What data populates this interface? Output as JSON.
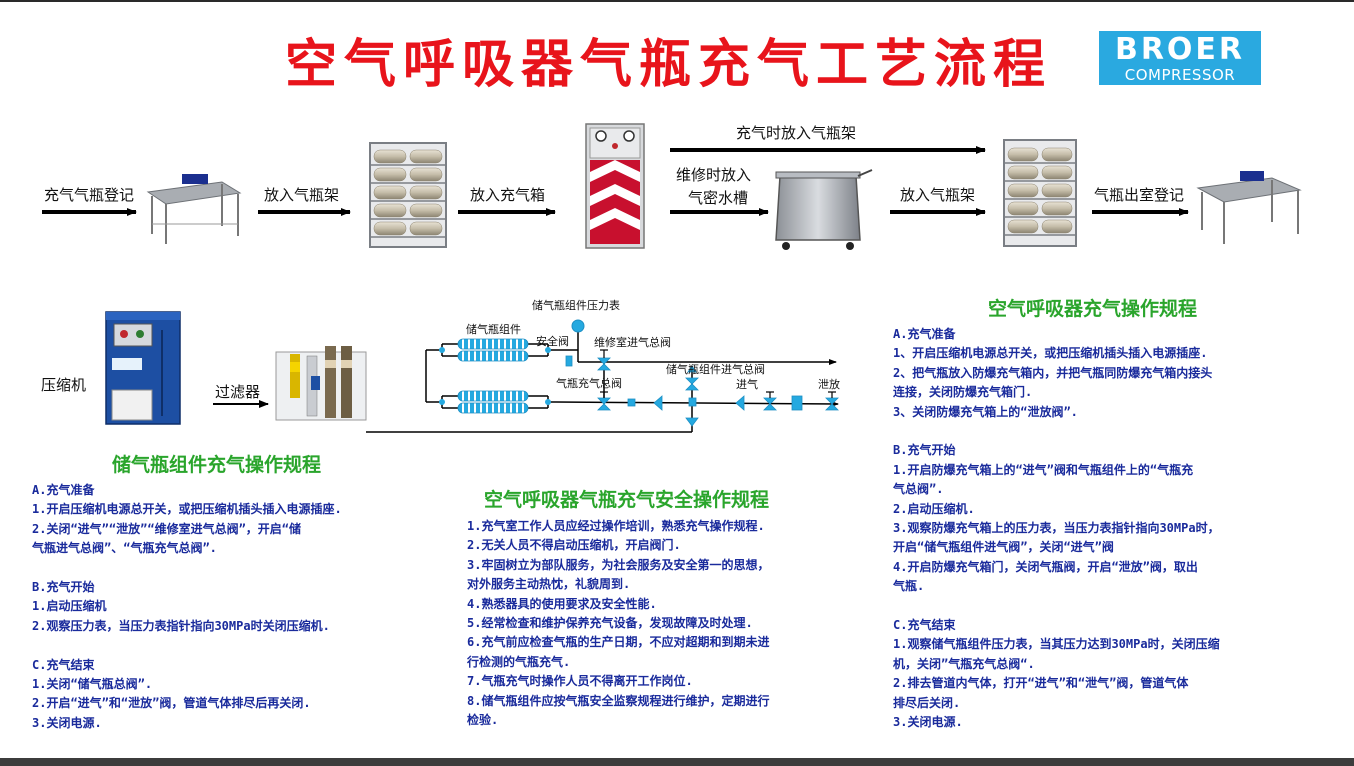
{
  "header": {
    "title": "空气呼吸器气瓶充气工艺流程",
    "logo_brand": "BROER",
    "logo_sub": "COMPRESSOR"
  },
  "flow": {
    "step_register_in": "充气气瓶登记",
    "step_to_rack": "放入气瓶架",
    "step_to_box": "放入充气箱",
    "step_to_rack_when_fill": "充气时放入气瓶架",
    "step_repair_1": "维修时放入",
    "step_repair_2": "气密水槽",
    "step_to_rack_2": "放入气瓶架",
    "step_register_out": "气瓶出室登记"
  },
  "system": {
    "compressor": "压缩机",
    "filter": "过滤器",
    "gauge": "储气瓶组件压力表",
    "cylinder_group": "储气瓶组件",
    "safety_valve": "安全阀",
    "repair_valve": "维修室进气总阀",
    "group_inlet_valve": "储气瓶组件进气总阀",
    "fill_valve": "气瓶充气总阀",
    "inlet": "进气",
    "vent": "泄放"
  },
  "colors": {
    "title": "#e8141b",
    "heading": "#2aa52c",
    "body": "#1a2b9c",
    "logo": "#2aa9e0"
  },
  "sections": {
    "storage": {
      "title": "储气瓶组件充气操作规程",
      "lines": [
        "A.充气准备",
        "1.开启压缩机电源总开关，或把压缩机插头插入电源插座.",
        "2.关闭“进气”“泄放”“维修室进气总阀”，开启“储",
        "  气瓶进气总阀”、“气瓶充气总阀”.",
        "",
        "B.充气开始",
        "1.启动压缩机",
        "2.观察压力表，当压力表指针指向30MPa时关闭压缩机.",
        "",
        "C.充气结束",
        "1.关闭“储气瓶总阀”.",
        "2.开启“进气”和“泄放”阀，管道气体排尽后再关闭.",
        "3.关闭电源."
      ]
    },
    "safety": {
      "title": "空气呼吸器气瓶充气安全操作规程",
      "lines": [
        "1.充气室工作人员应经过操作培训，熟悉充气操作规程.",
        "2.无关人员不得启动压缩机，开启阀门.",
        "3.牢固树立为部队服务，为社会服务及安全第一的思想，",
        "  对外服务主动热忱，礼貌周到.",
        "4.熟悉器具的使用要求及安全性能.",
        "5.经常检查和维护保养充气设备，发现故障及时处理.",
        "6.充气前应检查气瓶的生产日期，不应对超期和到期未进",
        "  行检测的气瓶充气.",
        "7.气瓶充气时操作人员不得离开工作岗位.",
        "8.储气瓶组件应按气瓶安全监察规程进行维护，定期进行",
        "  检验."
      ]
    },
    "operation": {
      "title": "空气呼吸器充气操作规程",
      "lines": [
        "A.充气准备",
        "1、开启压缩机电源总开关，或把压缩机插头插入电源插座.",
        "2、把气瓶放入防爆充气箱内，并把气瓶同防爆充气箱内接头",
        "   连接，关闭防爆充气箱门.",
        "3、关闭防爆充气箱上的“泄放阀”.",
        "",
        "B.充气开始",
        "1.开启防爆充气箱上的“进气”阀和气瓶组件上的“气瓶充",
        "  气总阀”.",
        "2.启动压缩机.",
        "3.观察防爆充气箱上的压力表，当压力表指针指向30MPa时，",
        "  开启“储气瓶组件进气阀”，关闭“进气”阀",
        "4.开启防爆充气箱门，关闭气瓶阀，开启“泄放”阀，取出",
        "  气瓶.",
        "",
        "C.充气结束",
        "1.观察储气瓶组件压力表，当其压力达到30MPa时，关闭压缩",
        "  机，关闭”气瓶充气总阀“.",
        "2.排去管道内气体，打开“进气”和“泄气”阀，管道气体",
        "  排尽后关闭.",
        "3.关闭电源."
      ]
    }
  }
}
